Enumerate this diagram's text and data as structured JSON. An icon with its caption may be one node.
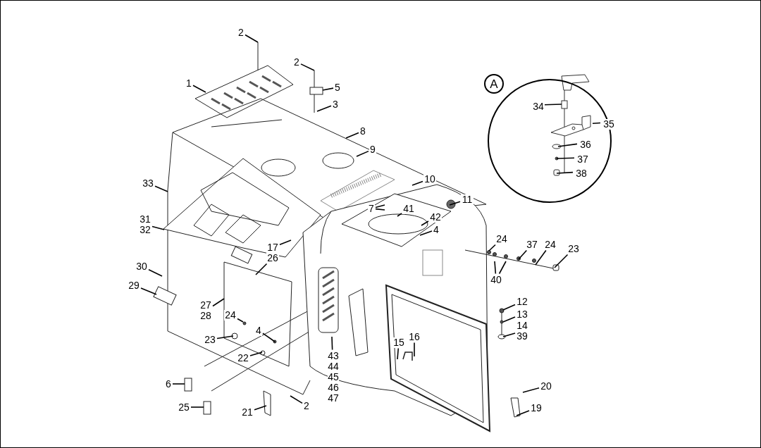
{
  "diagram": {
    "nodes": [
      {
        "text": [
          "2"
        ]
      },
      {
        "text": [
          "1"
        ]
      },
      {
        "text": [
          "2"
        ]
      },
      {
        "text": [
          "5"
        ]
      },
      {
        "text": [
          "3"
        ]
      },
      {
        "text": [
          "8"
        ]
      },
      {
        "text": [
          "9"
        ]
      },
      {
        "text": [
          "10"
        ]
      },
      {
        "text": [
          "11"
        ]
      },
      {
        "text": [],
        "shape": "circle"
      },
      {
        "text": [
          "A"
        ]
      },
      {
        "text": [
          "34"
        ],
        "in": 9
      },
      {
        "text": [
          "35"
        ],
        "in": 9
      },
      {
        "text": [
          "36"
        ],
        "in": 9
      },
      {
        "text": [
          "37"
        ],
        "in": 9
      },
      {
        "text": [
          "38"
        ],
        "in": 9
      },
      {
        "text": [
          "7"
        ]
      },
      {
        "text": [
          "41"
        ]
      },
      {
        "text": [
          "42"
        ]
      },
      {
        "text": [
          "4"
        ]
      },
      {
        "text": [
          "24"
        ]
      },
      {
        "text": [
          "37"
        ]
      },
      {
        "text": [
          "24"
        ]
      },
      {
        "text": [
          "23"
        ]
      },
      {
        "text": [
          "40"
        ]
      },
      {
        "text": [
          "33"
        ]
      },
      {
        "text": [
          "31",
          "32"
        ]
      },
      {
        "text": [
          "17"
        ]
      },
      {
        "text": [
          "26"
        ]
      },
      {
        "text": [
          "30"
        ]
      },
      {
        "text": [
          "29"
        ]
      },
      {
        "text": [
          "27",
          "28"
        ]
      },
      {
        "text": [
          "24"
        ]
      },
      {
        "text": [
          "23"
        ]
      },
      {
        "text": [
          "4"
        ]
      },
      {
        "text": [
          "22"
        ]
      },
      {
        "text": [
          "43",
          "44",
          "45",
          "46",
          "47"
        ]
      },
      {
        "text": [
          "6"
        ]
      },
      {
        "text": [
          "25"
        ]
      },
      {
        "text": [
          "21"
        ]
      },
      {
        "text": [
          "2"
        ]
      },
      {
        "text": [
          "15"
        ]
      },
      {
        "text": [
          "16"
        ]
      },
      {
        "text": [
          "12"
        ]
      },
      {
        "text": [
          "13"
        ]
      },
      {
        "text": [
          "14",
          "39"
        ]
      },
      {
        "text": [
          "20"
        ]
      },
      {
        "text": [
          "19"
        ]
      },
      {
        "text": [],
        "shape": "picture",
        "in": 9
      }
    ],
    "edges": [
      {
        "from": 0,
        "to": null,
        "arrow": "none"
      },
      {
        "from": 1,
        "to": null,
        "arrow": "none"
      },
      {
        "from": 2,
        "to": null,
        "arrow": "none"
      },
      {
        "from": 3,
        "to": null,
        "arrow": "none"
      },
      {
        "from": 4,
        "to": null,
        "arrow": "none"
      },
      {
        "from": 5,
        "to": null,
        "arrow": "none"
      },
      {
        "from": 6,
        "to": null,
        "arrow": "none"
      },
      {
        "from": 7,
        "to": null,
        "arrow": "none"
      },
      {
        "from": 8,
        "to": null,
        "arrow": "none"
      },
      {
        "from": 11,
        "to": null,
        "arrow": "none"
      },
      {
        "from": 12,
        "to": 48,
        "arrow": "none"
      },
      {
        "from": 13,
        "to": null,
        "arrow": "none"
      },
      {
        "from": 14,
        "to": null,
        "arrow": "none"
      },
      {
        "from": 15,
        "to": null,
        "arrow": "none"
      },
      {
        "from": 16,
        "to": null,
        "arrow": "none"
      },
      {
        "from": 16,
        "to": null,
        "arrow": "none"
      },
      {
        "from": 17,
        "to": null,
        "arrow": "none"
      },
      {
        "from": 18,
        "to": null,
        "arrow": "none"
      },
      {
        "from": 19,
        "to": null,
        "arrow": "none"
      },
      {
        "from": 20,
        "to": null,
        "arrow": "none"
      },
      {
        "from": 21,
        "to": null,
        "arrow": "none"
      },
      {
        "from": 22,
        "to": null,
        "arrow": "none"
      },
      {
        "from": 23,
        "to": null,
        "arrow": "none"
      },
      {
        "from": 24,
        "to": null,
        "arrow": "none"
      },
      {
        "from": 24,
        "to": null,
        "arrow": "none"
      },
      {
        "from": 25,
        "to": null,
        "arrow": "none"
      },
      {
        "from": 26,
        "to": null,
        "arrow": "none"
      },
      {
        "from": 27,
        "to": null,
        "arrow": "none"
      },
      {
        "from": 28,
        "to": null,
        "arrow": "none"
      },
      {
        "from": 29,
        "to": null,
        "arrow": "none"
      },
      {
        "from": 30,
        "to": null,
        "arrow": "none"
      },
      {
        "from": 31,
        "to": null,
        "arrow": "none"
      },
      {
        "from": 32,
        "to": null,
        "arrow": "none"
      },
      {
        "from": 33,
        "to": null,
        "arrow": "none"
      },
      {
        "from": 34,
        "to": null,
        "arrow": "none"
      },
      {
        "from": 35,
        "to": null,
        "arrow": "none"
      },
      {
        "from": 36,
        "to": null,
        "arrow": "none"
      },
      {
        "from": 37,
        "to": null,
        "arrow": "none"
      },
      {
        "from": 38,
        "to": null,
        "arrow": "none"
      },
      {
        "from": 39,
        "to": null,
        "arrow": "none"
      },
      {
        "from": 40,
        "to": null,
        "arrow": "none"
      },
      {
        "from": 41,
        "to": null,
        "arrow": "none"
      },
      {
        "from": 42,
        "to": null,
        "arrow": "none"
      },
      {
        "from": 43,
        "to": null,
        "arrow": "none"
      },
      {
        "from": 44,
        "to": null,
        "arrow": "none"
      },
      {
        "from": 45,
        "to": null,
        "arrow": "none"
      },
      {
        "from": 46,
        "to": null,
        "arrow": "none"
      },
      {
        "from": 47,
        "to": null,
        "arrow": "none"
      }
    ]
  }
}
